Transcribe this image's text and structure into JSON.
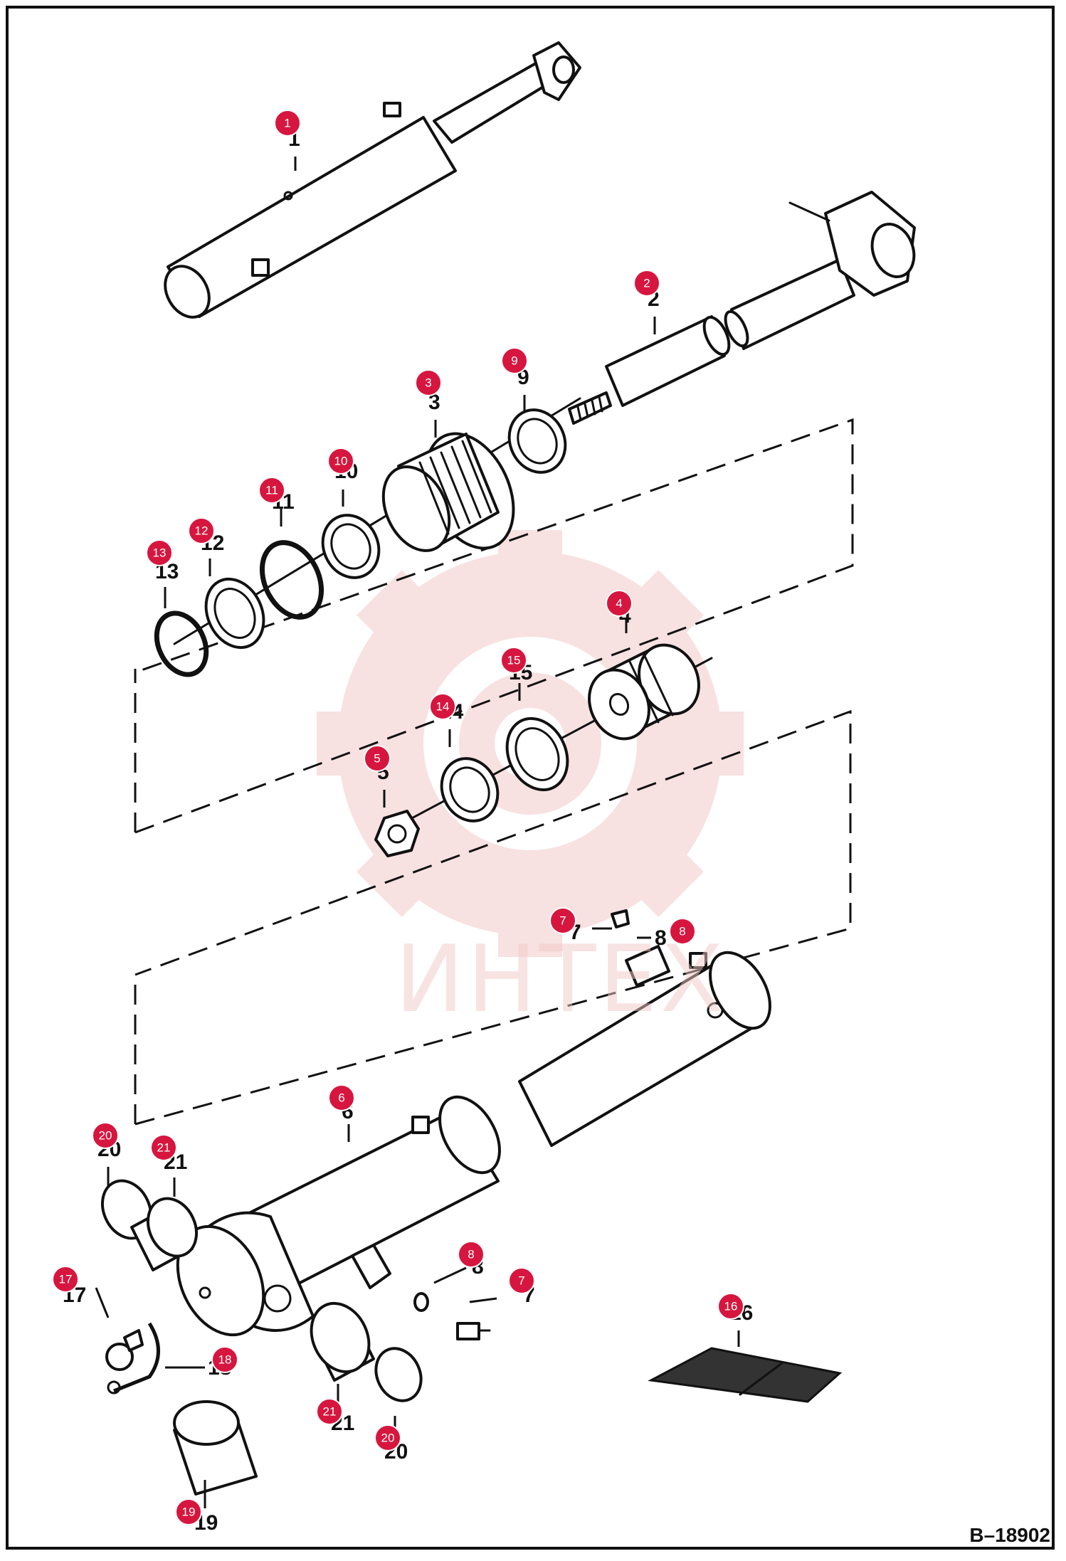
{
  "watermark": {
    "text": "ИНТЕХ",
    "color": "#f3c9c9"
  },
  "drawing_code": "B–18902",
  "badge_color": "#d6163e",
  "callouts": [
    {
      "id": "rod-assembly",
      "number": "1"
    },
    {
      "id": "rod",
      "number": "2"
    },
    {
      "id": "head",
      "number": "3"
    },
    {
      "id": "piston",
      "number": "4"
    },
    {
      "id": "nut",
      "number": "5"
    },
    {
      "id": "barrel",
      "number": "6"
    },
    {
      "id": "plug-upper",
      "number": "7"
    },
    {
      "id": "o-ring-upper",
      "number": "8"
    },
    {
      "id": "wiper",
      "number": "9"
    },
    {
      "id": "rod-seal",
      "number": "10"
    },
    {
      "id": "o-ring-head",
      "number": "11"
    },
    {
      "id": "backup-ring",
      "number": "12"
    },
    {
      "id": "o-ring-13",
      "number": "13"
    },
    {
      "id": "piston-ring",
      "number": "14"
    },
    {
      "id": "piston-seal",
      "number": "15"
    },
    {
      "id": "seal-kit",
      "number": "16"
    },
    {
      "id": "grease-fitting",
      "number": "17"
    },
    {
      "id": "snap-ring",
      "number": "18"
    },
    {
      "id": "bushing",
      "number": "19"
    },
    {
      "id": "seal-left",
      "number": "20"
    },
    {
      "id": "bearing-left",
      "number": "21"
    },
    {
      "id": "plug-lower",
      "number": "7"
    },
    {
      "id": "o-ring-lower",
      "number": "8"
    },
    {
      "id": "seal-right",
      "number": "20"
    },
    {
      "id": "bearing-right",
      "number": "21"
    }
  ]
}
